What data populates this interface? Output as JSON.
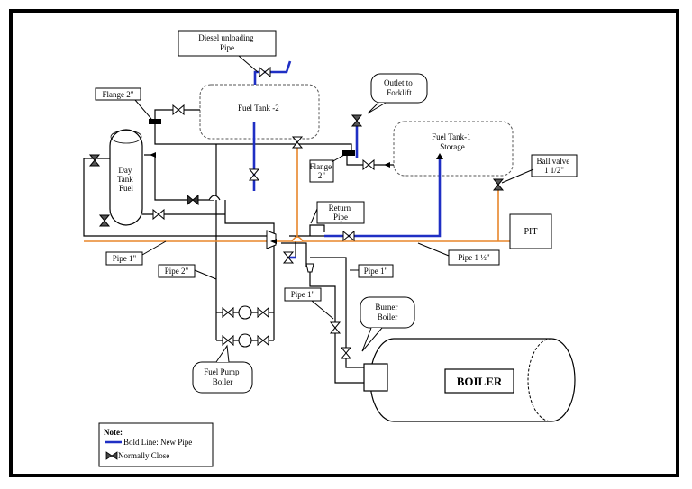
{
  "labels": {
    "diesel_unloading_pipe": [
      "Diesel unloading",
      "Pipe"
    ],
    "fuel_tank_2": "Fuel Tank -2",
    "outlet_to_forklift": [
      "Outlet to",
      "Forklift"
    ],
    "flange_top": "Flange 2\"",
    "flange_mid": [
      "Flange",
      "2\""
    ],
    "fuel_tank_1": [
      "Fuel Tank-1",
      "Storage"
    ],
    "day_tank": [
      "Day",
      "Tank",
      "Fuel"
    ],
    "ball_valve": [
      "Ball valve",
      "1 1/2\""
    ],
    "return_pipe": [
      "Return",
      "Pipe"
    ],
    "pit": "PIT",
    "pipe_1_left": "Pipe 1\"",
    "pipe_2": "Pipe 2\"",
    "pipe_1_5": "Pipe 1 ½\"",
    "pipe_1_right": "Pipe 1\"",
    "pipe_1_mid": "Pipe 1\"",
    "burner_boiler": [
      "Burner",
      "Boiler"
    ],
    "fuel_pump_boiler": [
      "Fuel Pump",
      "Boiler"
    ],
    "boiler": "BOILER"
  },
  "note": {
    "title": "Note:",
    "bold_line": "Bold Line: New Pipe",
    "normally_close": "Normally Close"
  },
  "colors": {
    "new_pipe": "#1f2fc4",
    "orange_pipe": "#e8862a",
    "line": "#000000"
  }
}
